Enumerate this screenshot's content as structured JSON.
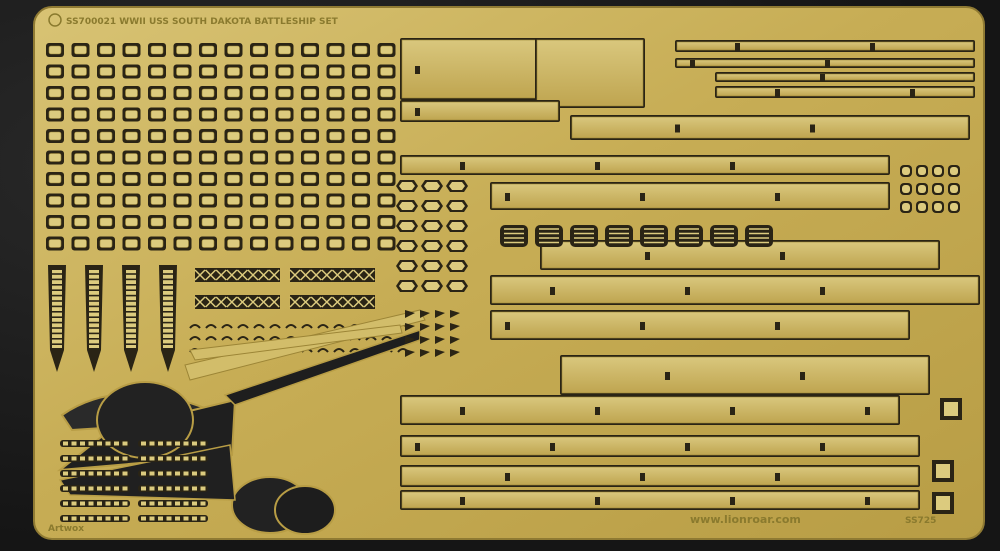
{
  "photo": {
    "subject": "photo-etched-brass-fret",
    "background": "black-textured-surface"
  },
  "fret": {
    "header_text": "SS700021 WWII USS SOUTH DAKOTA BATTLESHIP SET",
    "footer_left_text": "Artwox",
    "footer_url_text": "www.lionroar.com",
    "footer_right_text": "SS725",
    "colors": {
      "brass": "#c9b15a",
      "brass_light": "#dccb7e",
      "brass_dark": "#9c8536",
      "etched_hole": "#2a2415",
      "surface": "#161616"
    }
  }
}
